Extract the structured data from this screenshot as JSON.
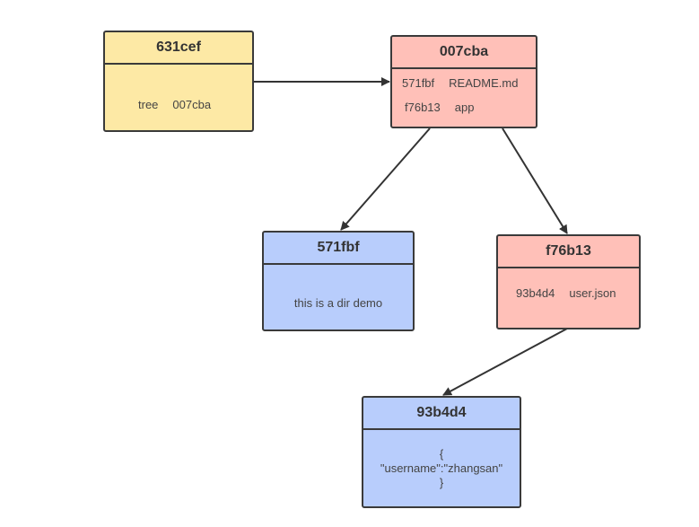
{
  "nodes": {
    "commit": {
      "title": "631cef",
      "entry_type": "tree",
      "entry_hash": "007cba"
    },
    "root_tree": {
      "title": "007cba",
      "entries": [
        {
          "hash": "571fbf",
          "name": "README.md"
        },
        {
          "hash": "f76b13",
          "name": "app"
        }
      ]
    },
    "readme_blob": {
      "title": "571fbf",
      "content": "this is a dir demo"
    },
    "app_tree": {
      "title": "f76b13",
      "entries": [
        {
          "hash": "93b4d4",
          "name": "user.json"
        }
      ]
    },
    "json_blob": {
      "title": "93b4d4",
      "lines": [
        "{",
        "\"username\":\"zhangsan\"",
        "}"
      ]
    }
  },
  "colors": {
    "commit": "#fde9a5",
    "tree": "#ffc0b8",
    "blob": "#b8cdfc",
    "stroke": "#3a3a3a"
  }
}
